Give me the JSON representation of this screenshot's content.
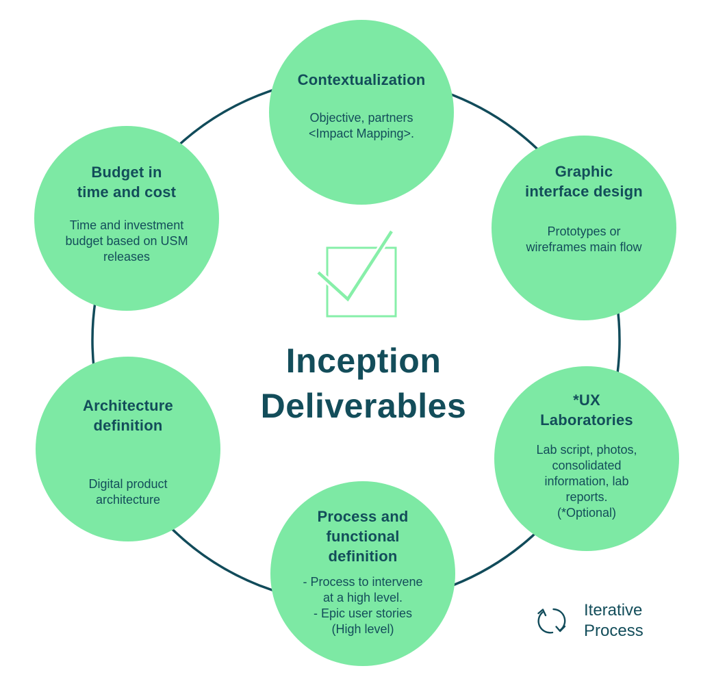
{
  "colors": {
    "circle_fill": "#7DE9A4",
    "text_dark": "#134D5A",
    "ring_stroke": "#114B5A",
    "check_stroke": "#87EFA9",
    "background": "#FFFFFF"
  },
  "center": {
    "title": "Inception\nDeliverables",
    "icon": "checkbox-with-checkmark"
  },
  "circles": [
    {
      "id": "contextualization",
      "title": "Contextualization",
      "description": "Objective, partners\n<Impact Mapping>."
    },
    {
      "id": "graphic-interface-design",
      "title": "Graphic\ninterface design",
      "description": "Prototypes or\nwireframes main flow"
    },
    {
      "id": "ux-laboratories",
      "title": "*UX\nLaboratories",
      "description": "Lab script, photos,\nconsolidated\ninformation, lab\nreports.\n(*Optional)"
    },
    {
      "id": "process-and-functional-definition",
      "title": "Process and\nfunctional\ndefinition",
      "description": "- Process to intervene\nat a high level.\n- Epic user stories\n(High level)"
    },
    {
      "id": "architecture-definition",
      "title": "Architecture\ndefinition",
      "description": "Digital product\narchitecture"
    },
    {
      "id": "budget-in-time-and-cost",
      "title": "Budget in\ntime and cost",
      "description": "Time and investment\nbudget based on USM\nreleases"
    }
  ],
  "legend": {
    "label": "Iterative\nProcess",
    "icon": "iterative-process-cycle"
  }
}
